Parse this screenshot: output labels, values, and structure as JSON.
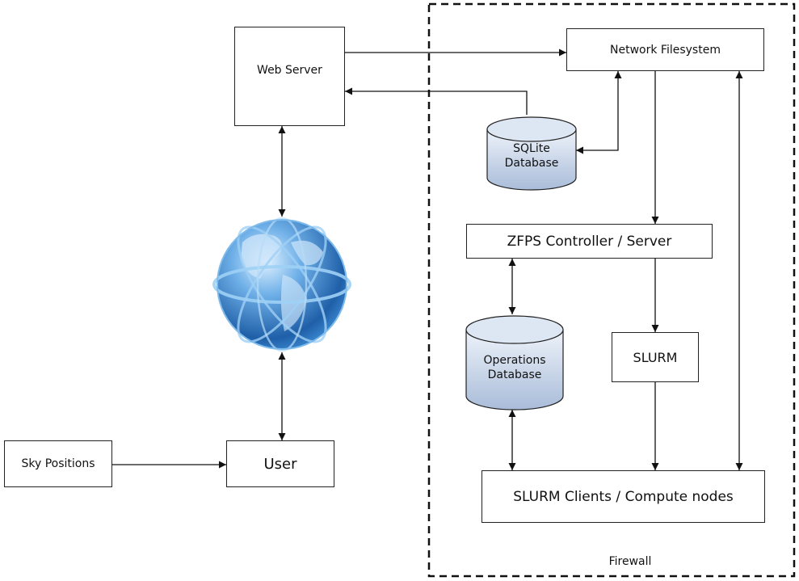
{
  "diagram": {
    "nodes": {
      "web_server": "Web Server",
      "network_filesystem": "Network Filesystem",
      "sqlite_db": {
        "line1": "SQLite",
        "line2": "Database"
      },
      "zfps": "ZFPS Controller / Server",
      "operations_db": {
        "line1": "Operations",
        "line2": "Database"
      },
      "slurm": "SLURM",
      "slurm_clients": "SLURM Clients / Compute nodes",
      "sky_positions": "Sky Positions",
      "user": "User"
    },
    "firewall_label": "Firewall",
    "icons": {
      "internet": "globe-icon"
    },
    "colors": {
      "db_fill_top": "#eef3fa",
      "db_fill_bottom": "#a9bcd9",
      "globe_light": "#9fd0f5",
      "globe_dark": "#1f5fa8",
      "line": "#111111"
    }
  }
}
